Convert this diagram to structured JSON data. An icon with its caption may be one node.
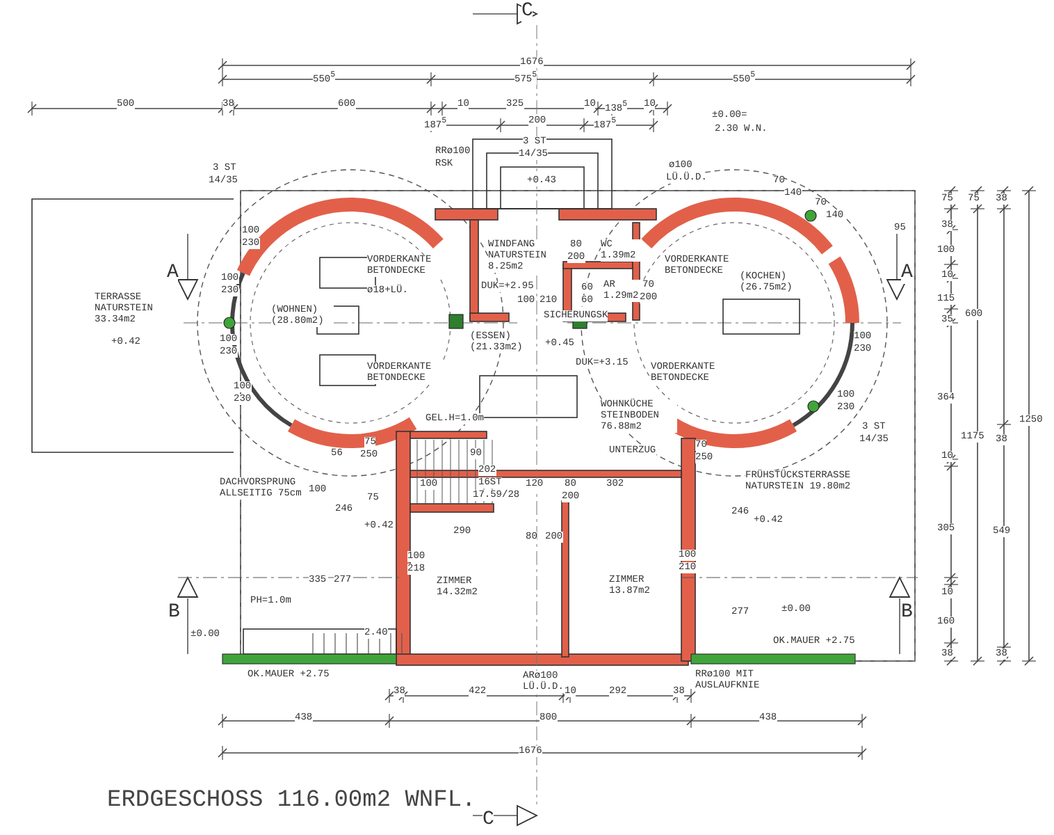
{
  "diagram": {
    "caption": "ERDGESCHOSS 116.00m2 WNFL.",
    "labels": [
      "C",
      "1676",
      "550$^{5}$",
      "575$^{5}$",
      "550$^{5}$",
      "500",
      "38",
      "600",
      "10",
      "325",
      "10",
      "138$^{5}$",
      "10",
      "187$^{5}$",
      "200",
      "187$^{5}$",
      "±0.00=",
      "2.30 W.N.",
      "RRø100",
      "RSK",
      "3 ST",
      "14/35",
      "3 ST",
      "14/35",
      "+0.43",
      "ø100",
      "LÜ.Ü.D.",
      "A",
      "A",
      "100",
      "230",
      "100",
      "230",
      "100",
      "230",
      "100",
      "230",
      "70",
      "140",
      "70",
      "140",
      "95",
      "100",
      "230",
      "100",
      "230",
      "75",
      "38",
      "100",
      "10",
      "115",
      "35",
      "75",
      "600",
      "38",
      "364",
      "10",
      "305",
      "10",
      "160",
      "38",
      "1175",
      "38",
      "549",
      "38",
      "1250",
      "TERRASSE NATURSTEIN 33.34m2",
      "+0.42",
      "(WOHNEN) (28.80m2)",
      "VORDERKANTE BETONDECKE",
      "ø18+LÜ.",
      "VORDERKANTE BETONDECKE",
      "WINDFANG NATURSTEIN 8.25m2",
      "80",
      "200",
      "WC 1.39m2",
      "DUK=+2.95",
      "100",
      "210",
      "60",
      "60",
      "AR 1.29m2",
      "SICHERUNGSK",
      "70",
      "200",
      "VORDERKANTE BETONDECKE",
      "(KOCHEN) (26.75m2)",
      "(ESSEN) (21.33m2)",
      "+0.45",
      "DUK=+3.15",
      "VORDERKANTE BETONDECKE",
      "WOHNKÜCHE STEINBODEN 76.88m2",
      "UNTERZUG",
      "GEL.H=1.0m",
      "90",
      "202",
      "16ST",
      "17.59/28",
      "100",
      "290",
      "100",
      "218",
      "ZIMMER 14.32m2",
      "120",
      "80",
      "200",
      "302",
      "80",
      "200",
      "ZIMMER 13.87m2",
      "100",
      "210",
      "DACHVORSPRUNG ALLSEITIG 75cm",
      "56",
      "75",
      "250",
      "75",
      "100",
      "246",
      "+0.42",
      "335",
      "277",
      "PH=1.0m",
      "B",
      "±0.00",
      "2.40",
      "OK.MAUER +2.75",
      "70",
      "250",
      "3 ST",
      "14/35",
      "FRÜHSTÜCKSTERRASSE NATURSTEIN 19.80m2",
      "246",
      "+0.42",
      "277",
      "±0.00",
      "OK.MAUER +2.75",
      "B",
      "ARø100 LÜ.Ü.D.",
      "RRø100 MIT AUSLAUFKNIE",
      "38",
      "422",
      "10",
      "292",
      "38",
      "438",
      "800",
      "438",
      "1676",
      "C"
    ]
  }
}
